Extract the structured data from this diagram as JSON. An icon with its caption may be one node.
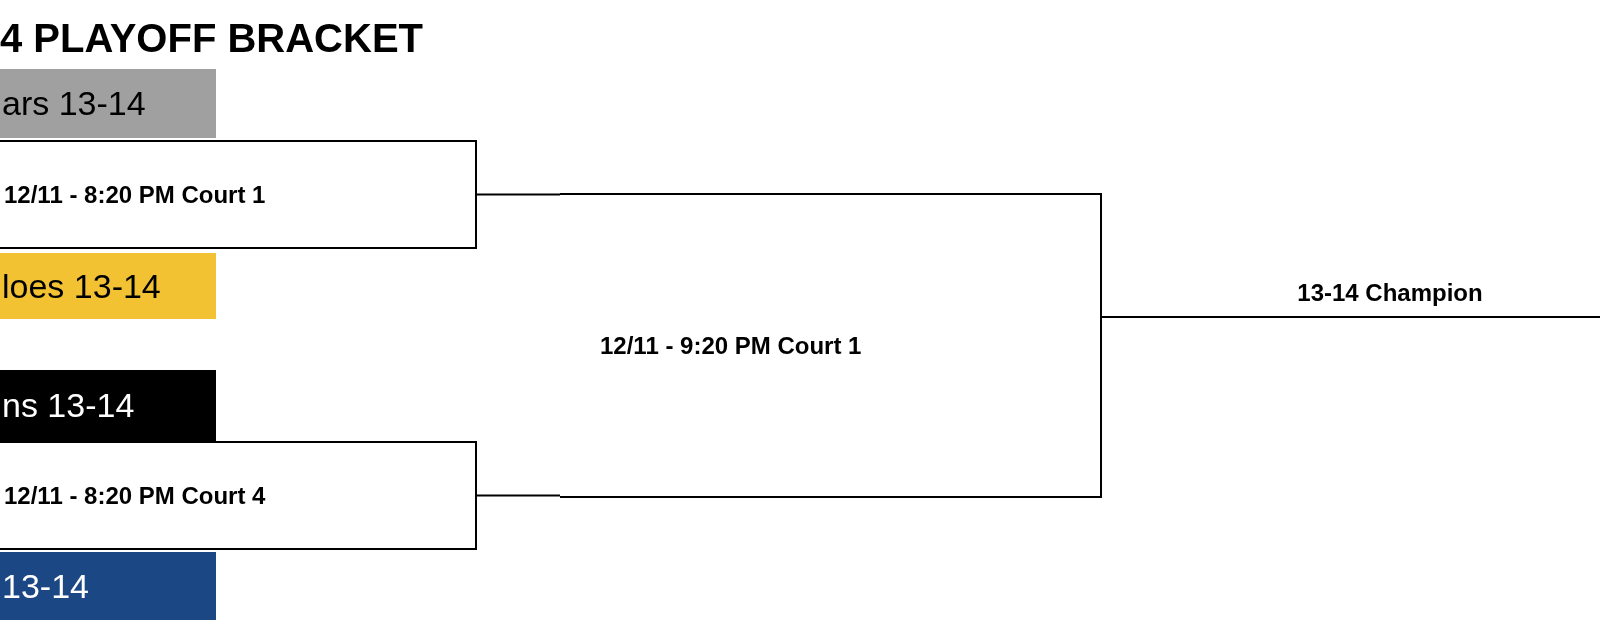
{
  "diagram": {
    "title": "4 PLAYOFF BRACKET",
    "nodes": [
      {
        "text": [
          "ars 13-14"
        ]
      },
      {
        "text": [
          "12/11 - 8:20 PM Court 1"
        ]
      },
      {
        "text": [
          "loes 13-14"
        ]
      },
      {
        "text": [
          "ns 13-14"
        ]
      },
      {
        "text": [
          "12/11 - 8:20 PM Court 4"
        ]
      },
      {
        "text": [
          "13-14"
        ]
      },
      {
        "text": [
          "12/11 - 9:20 PM Court 1"
        ]
      },
      {
        "text": [
          "13-14 Champion"
        ]
      }
    ],
    "edges": [
      {
        "from": 1,
        "to": 6,
        "arrow": "none"
      },
      {
        "from": 4,
        "to": 6,
        "arrow": "none"
      },
      {
        "from": 6,
        "to": 7,
        "arrow": "none"
      }
    ]
  }
}
